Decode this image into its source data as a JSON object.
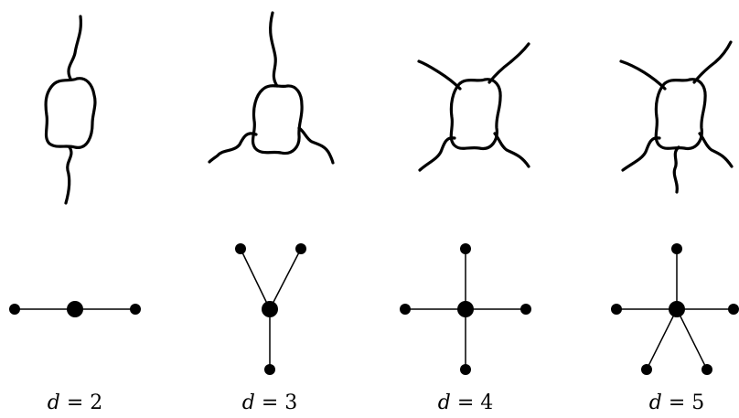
{
  "panels": [
    {
      "var": "d",
      "eq": " = ",
      "value": "2"
    },
    {
      "var": "d",
      "eq": " = ",
      "value": "3"
    },
    {
      "var": "d",
      "eq": " = ",
      "value": "4"
    },
    {
      "var": "d",
      "eq": " = ",
      "value": "5"
    }
  ],
  "colors": {
    "ink": "#000000",
    "background": "#ffffff"
  }
}
